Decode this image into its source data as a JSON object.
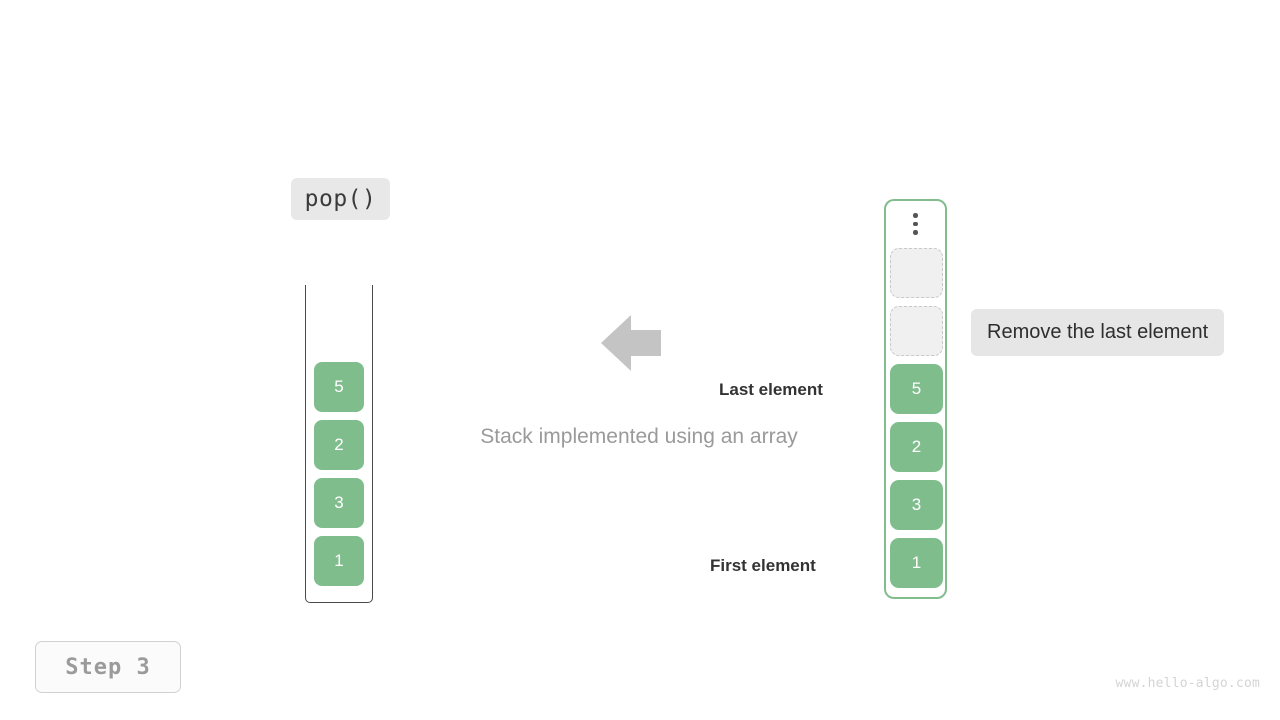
{
  "operation": {
    "label": "pop()"
  },
  "left_stack": {
    "name": "stack-container",
    "cells": [
      {
        "value": "5"
      },
      {
        "value": "2"
      },
      {
        "value": "3"
      },
      {
        "value": "1"
      }
    ]
  },
  "arrow": {
    "icon": "arrow-left-icon",
    "direction": "left",
    "color": "#c4c4c4"
  },
  "caption": {
    "text": "Stack implemented using an array"
  },
  "annotations": {
    "last_element": "Last element",
    "first_element": "First element"
  },
  "right_stack": {
    "name": "array-container",
    "overflow_icon": "vertical-ellipsis-icon",
    "empty_cells": [
      {
        "value": ""
      },
      {
        "value": ""
      }
    ],
    "cells": [
      {
        "value": "5"
      },
      {
        "value": "2"
      },
      {
        "value": "3"
      },
      {
        "value": "1"
      }
    ]
  },
  "note": {
    "text": "Remove the last element"
  },
  "step": {
    "label": "Step 3"
  },
  "watermark": {
    "text": "www.hello-algo.com"
  },
  "colors": {
    "cell_fill": "#80bd8d",
    "cell_text": "#ffffff",
    "array_border": "#82bd8e",
    "empty_cell_fill": "#f0f0f0",
    "empty_cell_border": "#c9c9c9",
    "stack_border": "#4a4a4a",
    "chip_bg": "#e8e8e8",
    "note_bg": "#e6e6e6",
    "caption_text": "#9a9a9a",
    "arrow": "#c4c4c4",
    "step_text": "#9b9b9b",
    "watermark": "#d4d4d4"
  }
}
